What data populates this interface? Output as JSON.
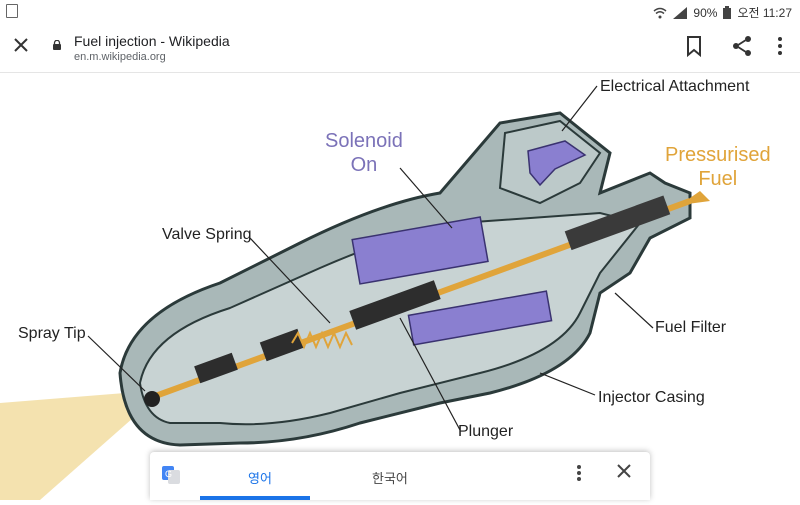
{
  "status": {
    "battery": "90%",
    "time": "오전 11:27"
  },
  "browser": {
    "title": "Fuel injection - Wikipedia",
    "url": "en.m.wikipedia.org"
  },
  "diagram": {
    "labels": {
      "electrical_attachment": "Electrical Attachment",
      "solenoid_line1": "Solenoid",
      "solenoid_line2": "On",
      "pressurised_line1": "Pressurised",
      "pressurised_line2": "Fuel",
      "valve_spring": "Valve Spring",
      "spray_tip": "Spray Tip",
      "fuel_filter": "Fuel Filter",
      "injector_casing": "Injector Casing",
      "plunger": "Plunger"
    }
  },
  "translate_bar": {
    "source_lang": "영어",
    "target_lang": "한국어"
  }
}
